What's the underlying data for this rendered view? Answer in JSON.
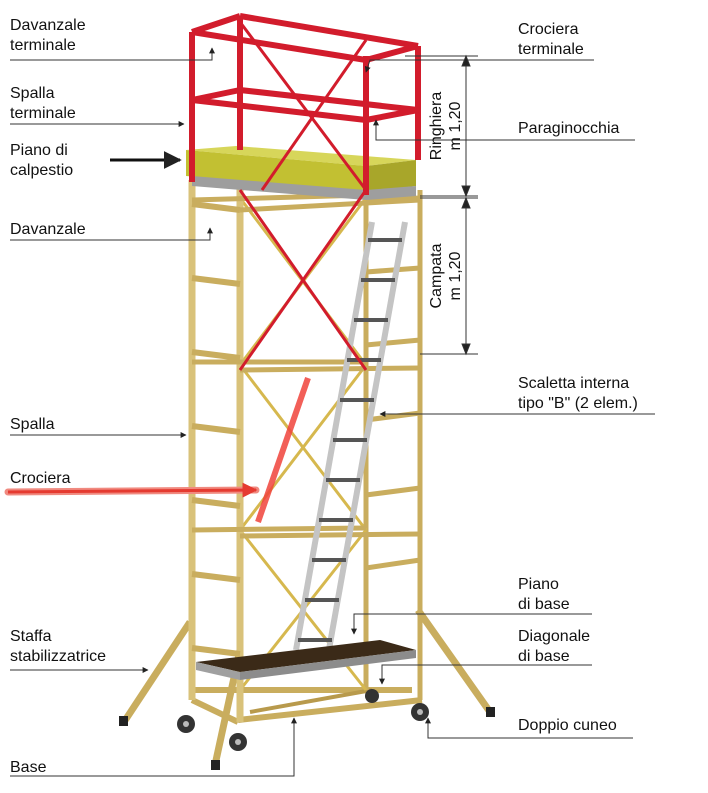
{
  "labels": {
    "davanzale_terminale": [
      "Davanzale",
      "terminale"
    ],
    "spalla_terminale": [
      "Spalla",
      "terminale"
    ],
    "piano_calpestio": [
      "Piano di",
      "calpestio"
    ],
    "davanzale": "Davanzale",
    "spalla": "Spalla",
    "crociera": "Crociera",
    "staffa": [
      "Staffa",
      "stabilizzatrice"
    ],
    "base": "Base",
    "crociera_terminale": [
      "Crociera",
      "terminale"
    ],
    "paraginocchia": "Paraginocchia",
    "scaletta": [
      "Scaletta interna",
      "tipo \"B\" (2 elem.)"
    ],
    "piano_base": [
      "Piano",
      "di base"
    ],
    "diagonale_base": [
      "Diagonale",
      "di base"
    ],
    "doppio_cuneo": "Doppio cuneo"
  },
  "dimensions": {
    "ringhiera": [
      "Ringhiera",
      "m 1,20"
    ],
    "campata": [
      "Campata",
      "m 1,20"
    ]
  },
  "colors": {
    "frame_yellow": "#d9c27a",
    "frame_dark": "#b89a4c",
    "guardrail_red": "#d21c2c",
    "platform_olive": "#c6c43a",
    "ladder_grey": "#c8c8c8",
    "highlight_red": "#f0443c",
    "leader": "#333333"
  }
}
